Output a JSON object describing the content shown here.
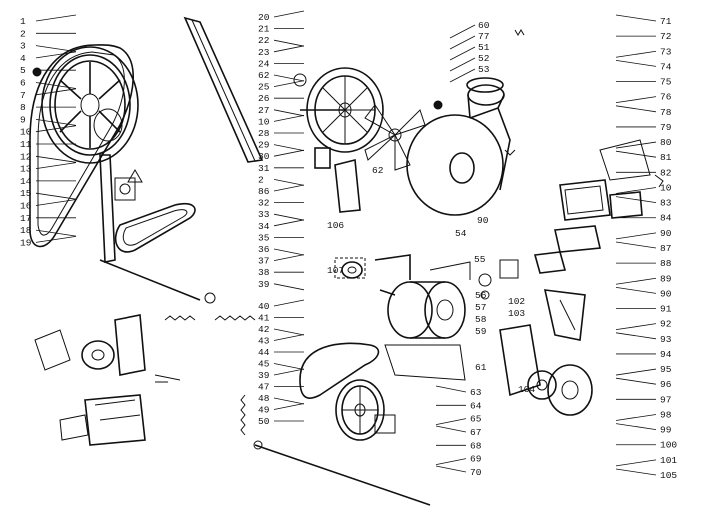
{
  "diagram": {
    "type": "exploded-parts-diagram",
    "callouts_left": [
      "1",
      "2",
      "3",
      "4",
      "5",
      "6",
      "7",
      "8",
      "9",
      "10",
      "11",
      "12",
      "13",
      "14",
      "15",
      "16",
      "17",
      "18",
      "19"
    ],
    "callouts_center_top": [
      "20",
      "21",
      "22",
      "23",
      "24",
      "62",
      "25",
      "26",
      "27",
      "10",
      "28",
      "29",
      "30",
      "31",
      "2",
      "86",
      "32",
      "33",
      "34",
      "35",
      "36",
      "37",
      "38",
      "39"
    ],
    "callouts_center_bottom": [
      "40",
      "41",
      "42",
      "43",
      "44",
      "45",
      "39",
      "47",
      "48",
      "49",
      "50"
    ],
    "callouts_bottom_mid": [
      "63",
      "64",
      "65",
      "67",
      "68",
      "69",
      "70"
    ],
    "callouts_misc": [
      "62",
      "106",
      "107",
      "54",
      "90",
      "55",
      "56",
      "57",
      "58",
      "59",
      "61",
      "102",
      "103",
      "104"
    ],
    "callouts_top_mid": [
      "60",
      "77",
      "51",
      "52",
      "53"
    ],
    "callouts_right": [
      "71",
      "72",
      "73",
      "74",
      "75",
      "76",
      "78",
      "79",
      "80",
      "81",
      "82",
      "10",
      "83",
      "84",
      "90",
      "87",
      "88",
      "89",
      "90",
      "91",
      "92",
      "93",
      "94",
      "95",
      "96",
      "97",
      "98",
      "99",
      "100",
      "101",
      "105"
    ]
  }
}
